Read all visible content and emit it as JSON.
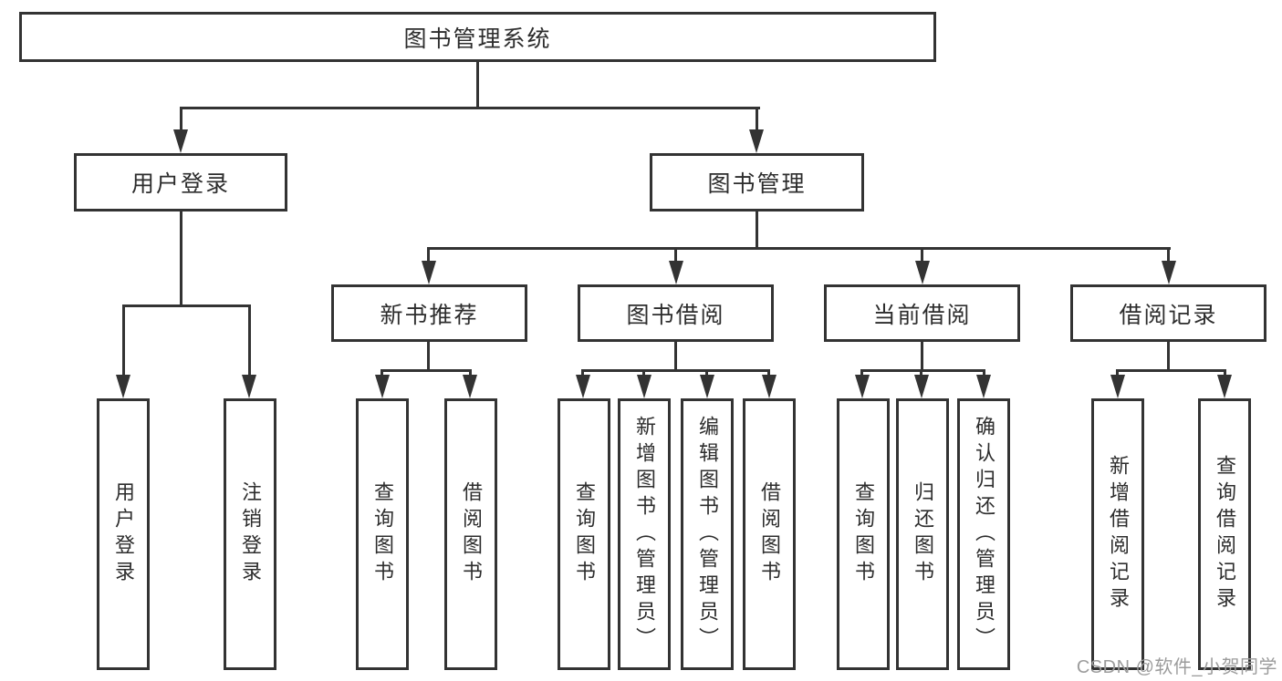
{
  "watermark": "CSDN @软件_小贺同学",
  "colors": {
    "line": "#333333",
    "text": "#2d2d2d",
    "watermark": "#9c9c9c",
    "background": "#ffffff"
  },
  "diagram": {
    "root": "图书管理系统",
    "level2": {
      "user_login": "用户登录",
      "book_mgmt": "图书管理"
    },
    "level3": {
      "new_book_rec": "新书推荐",
      "book_borrow": "图书借阅",
      "current_borrow": "当前借阅",
      "borrow_records": "借阅记录"
    },
    "leaves": {
      "user_login_1": "用户登录",
      "user_login_2": "注销登录",
      "newbook_1": "查询图书",
      "newbook_2": "借阅图书",
      "borrow_1": "查询图书",
      "borrow_2": "新增图书（管理员）",
      "borrow_3": "编辑图书（管理员）",
      "borrow_4": "借阅图书",
      "current_1": "查询图书",
      "current_2": "归还图书",
      "current_3": "确认归还（管理员）",
      "records_1": "新增借阅记录",
      "records_2": "查询借阅记录"
    }
  }
}
